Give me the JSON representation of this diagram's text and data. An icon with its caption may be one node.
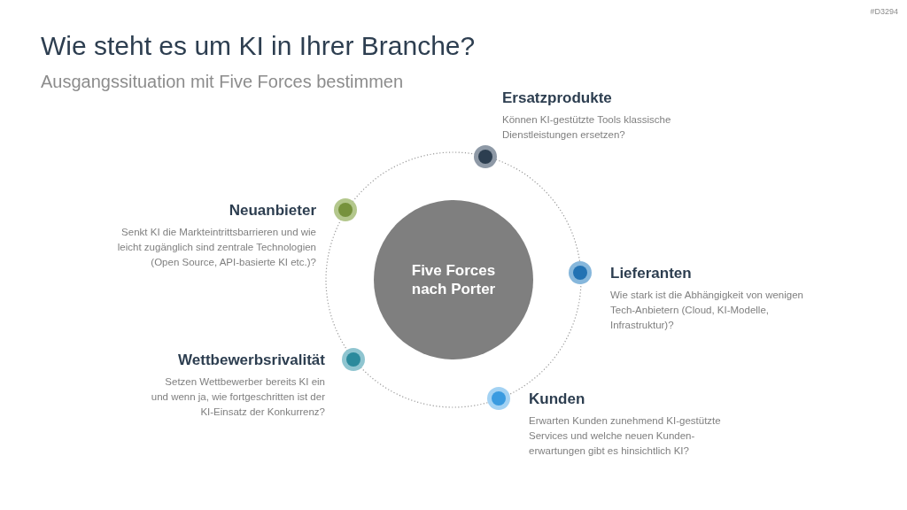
{
  "diagram": {
    "title": "Wie steht es um KI in Ihrer Branche?",
    "nodes": [
      {
        "text": [
          "Ersatzprodukte",
          "Können KI-gestützte Tools klassische Dienstleistungen ersetzen?"
        ]
      },
      {
        "text": [
          "Neuanbieter",
          "Senkt KI die Markteintrittsbarrieren und wie leicht zugänglich sind zentrale Technologien (Open Source, API-basierte KI etc.)?"
        ]
      },
      {
        "text": [
          "Five Forces nach Porter"
        ]
      },
      {
        "text": [
          "Lieferanten",
          "Wie stark ist die Abhängigkeit von wenigen Tech-Anbietern (Cloud, KI-Modelle, Infrastruktur)?"
        ]
      },
      {
        "text": [
          "Wettbewerbsrivalität",
          "Setzen Wettbewerber bereits KI ein und wenn ja, wie fortgeschritten ist der KI-Einsatz der Konkurrenz?"
        ]
      },
      {
        "text": [
          "Kunden",
          "Erwarten Kunden zunehmend KI-gestützte Services und welche neuen Kunden-erwartungen gibt es hinsichtlich KI?"
        ]
      }
    ],
    "labels": [
      "#D3294",
      "Ausgangssituation mit Five Forces bestimmen"
    ]
  }
}
